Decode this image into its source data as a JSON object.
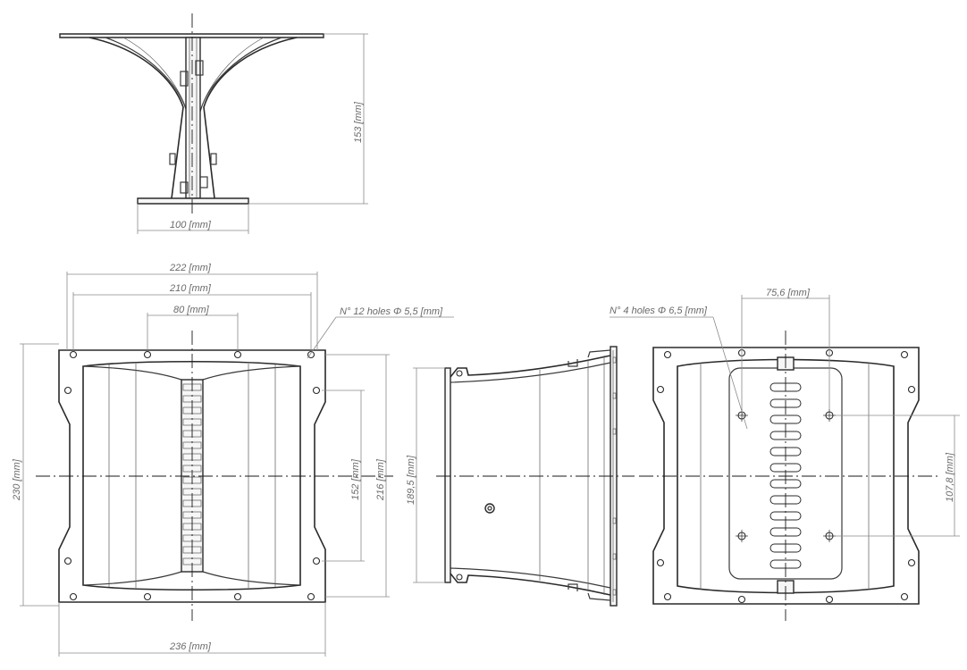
{
  "dimensions": {
    "side_height": "153 [mm]",
    "base_width": "100 [mm]",
    "front_outer_width": "222 [mm]",
    "front_hole_span": "210 [mm]",
    "front_center_holes": "80 [mm]",
    "front_holes_note": "N° 12 holes Φ 5,5 [mm]",
    "front_height": "230 [mm]",
    "front_inner_height": "216 [mm]",
    "front_hole_height": "152 [mm]",
    "front_total_width": "236 [mm]",
    "profile_height": "189,5 [mm]",
    "rear_hole_spacing": "75,6 [mm]",
    "rear_holes_note": "N° 4 holes Φ 6,5 [mm]",
    "rear_hole_height": "107,8 [mm]"
  }
}
